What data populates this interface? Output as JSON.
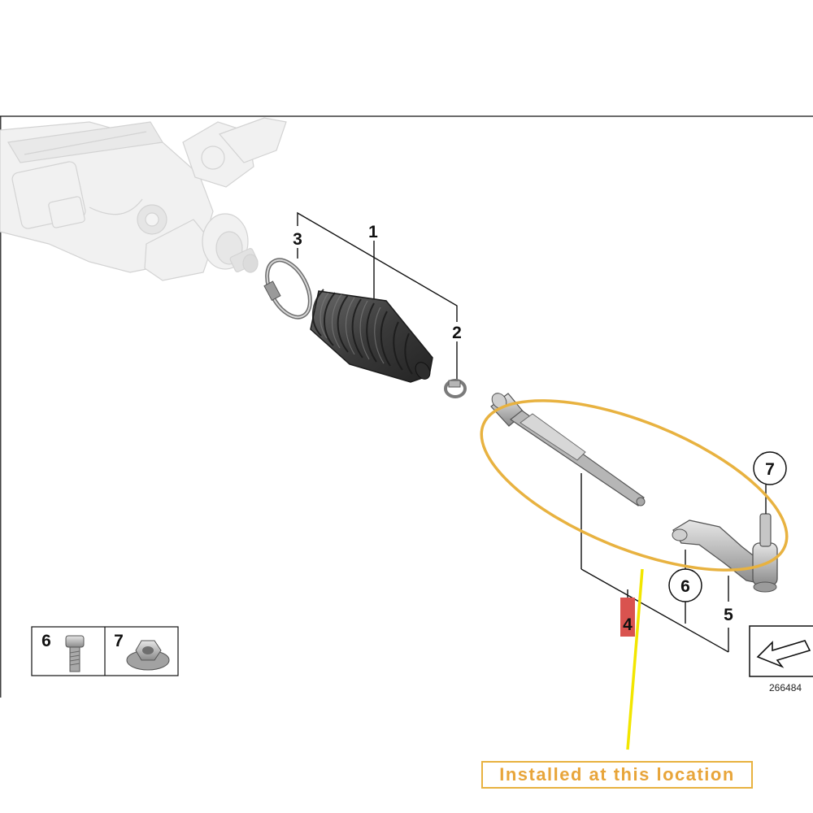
{
  "callouts": {
    "boot": "1",
    "small_clamp": "2",
    "large_clamp": "3",
    "tie_rod_assembly": "4",
    "tie_rod_end": "5",
    "bolt": "6",
    "nut": "7"
  },
  "legend": {
    "bolt_number": "6",
    "nut_number": "7"
  },
  "diagram_ref": "266484",
  "note": {
    "text": "Installed at this location",
    "color": "#e8a53a",
    "highlight_color": "#e8b240",
    "pointer_color": "#f2e600",
    "part_highlight_color": "#d9534f"
  }
}
